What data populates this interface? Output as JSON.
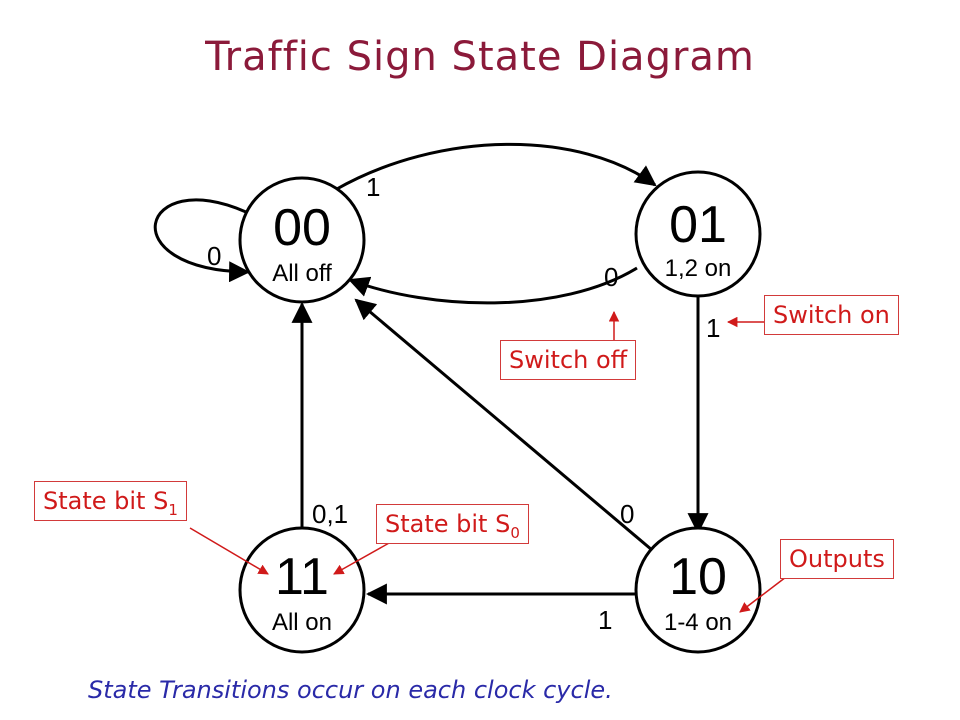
{
  "title": "Traffic Sign State Diagram",
  "states": [
    {
      "id": "00",
      "code": "00",
      "output": "All off"
    },
    {
      "id": "01",
      "code": "01",
      "output": "1,2 on"
    },
    {
      "id": "10",
      "code": "10",
      "output": "1-4 on"
    },
    {
      "id": "11",
      "code": "11",
      "output": "All on"
    }
  ],
  "transitions": [
    {
      "from": "00",
      "to": "00",
      "label": "0"
    },
    {
      "from": "00",
      "to": "01",
      "label": "1"
    },
    {
      "from": "01",
      "to": "00",
      "label": "0"
    },
    {
      "from": "01",
      "to": "10",
      "label": "1"
    },
    {
      "from": "10",
      "to": "11",
      "label": "1"
    },
    {
      "from": "10",
      "to": "00",
      "label": "0"
    },
    {
      "from": "11",
      "to": "00",
      "label": "0,1"
    }
  ],
  "callouts": {
    "switch_on": "Switch on",
    "switch_off": "Switch off",
    "state_bit_s1": {
      "text": "State bit S",
      "sub": "1"
    },
    "state_bit_s0": {
      "text": "State bit S",
      "sub": "0"
    },
    "outputs": "Outputs"
  },
  "footer": "State Transitions occur on each clock cycle.",
  "colors": {
    "title": "#8b1a3a",
    "callout_text": "#d01a1a",
    "callout_border": "#d23a3a",
    "footer": "#2a2aa8",
    "diagram": "#000000"
  }
}
